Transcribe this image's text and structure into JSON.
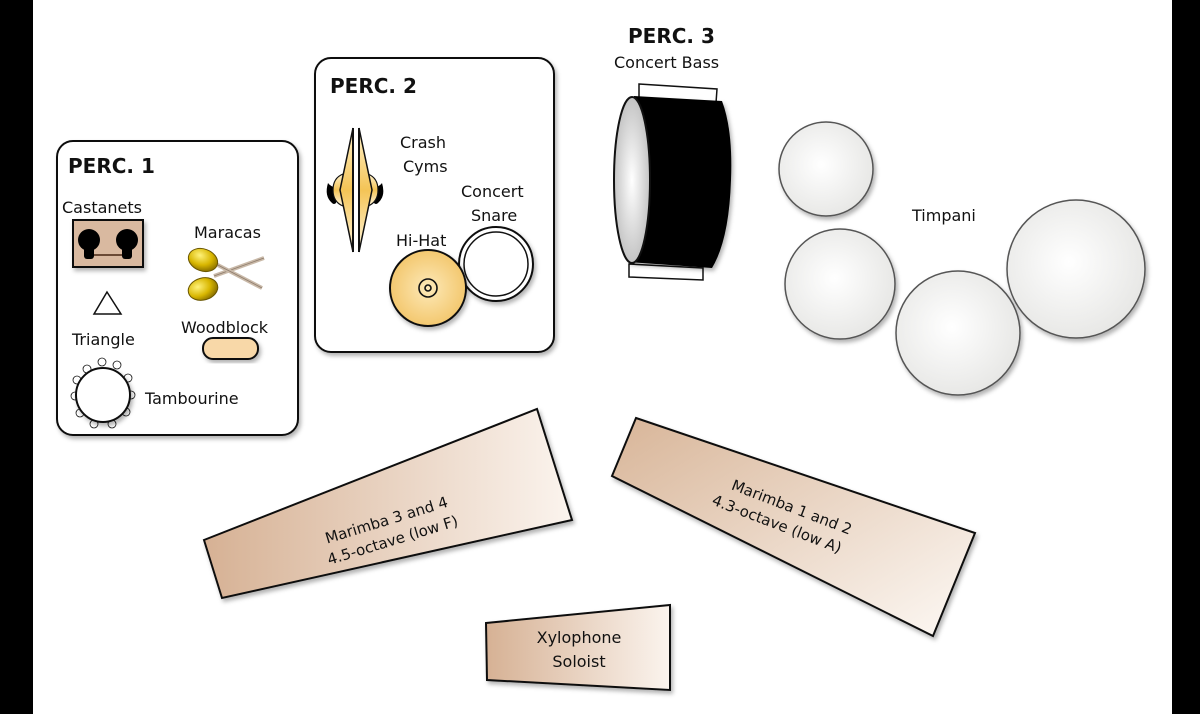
{
  "diagram": {
    "title": "Percussion Section Setup",
    "colors": {
      "background": "#ffffff",
      "side_bars": "#000000",
      "outline": "#111111",
      "wood": "#d9b9a0",
      "cymbal": "#f3c868",
      "maracas": "#d4b300",
      "woodblock": "#f8d8a8",
      "bass_drum": "#000000",
      "timpani": "#f2f2f0"
    },
    "groups": [
      {
        "id": "perc1",
        "title": "PERC. 1",
        "instruments": [
          {
            "name": "Castanets",
            "icon": "castanets-icon"
          },
          {
            "name": "Maracas",
            "icon": "maracas-icon"
          },
          {
            "name": "Triangle",
            "icon": "triangle-icon"
          },
          {
            "name": "Woodblock",
            "icon": "woodblock-icon"
          },
          {
            "name": "Tambourine",
            "icon": "tambourine-icon"
          }
        ]
      },
      {
        "id": "perc2",
        "title": "PERC. 2",
        "instruments": [
          {
            "name": "Crash Cyms",
            "lines": [
              "Crash",
              "Cyms"
            ],
            "icon": "crash-cymbals-icon"
          },
          {
            "name": "Concert Snare",
            "lines": [
              "Concert",
              "Snare"
            ],
            "icon": "snare-drum-icon"
          },
          {
            "name": "Hi-Hat",
            "icon": "hi-hat-icon"
          }
        ]
      },
      {
        "id": "perc3",
        "title": "PERC. 3",
        "instruments": [
          {
            "name": "Concert Bass",
            "icon": "bass-drum-icon"
          }
        ]
      }
    ],
    "timpani": {
      "label": "Timpani",
      "count": 4,
      "icon": "timpani-icon"
    },
    "mallets": [
      {
        "id": "marimba34",
        "lines": [
          "Marimba 3 and 4",
          "4.5-octave (low F)"
        ]
      },
      {
        "id": "marimba12",
        "lines": [
          "Marimba 1 and 2",
          "4.3-octave (low A)"
        ]
      },
      {
        "id": "xylophone",
        "lines": [
          "Xylophone",
          "Soloist"
        ]
      }
    ]
  }
}
